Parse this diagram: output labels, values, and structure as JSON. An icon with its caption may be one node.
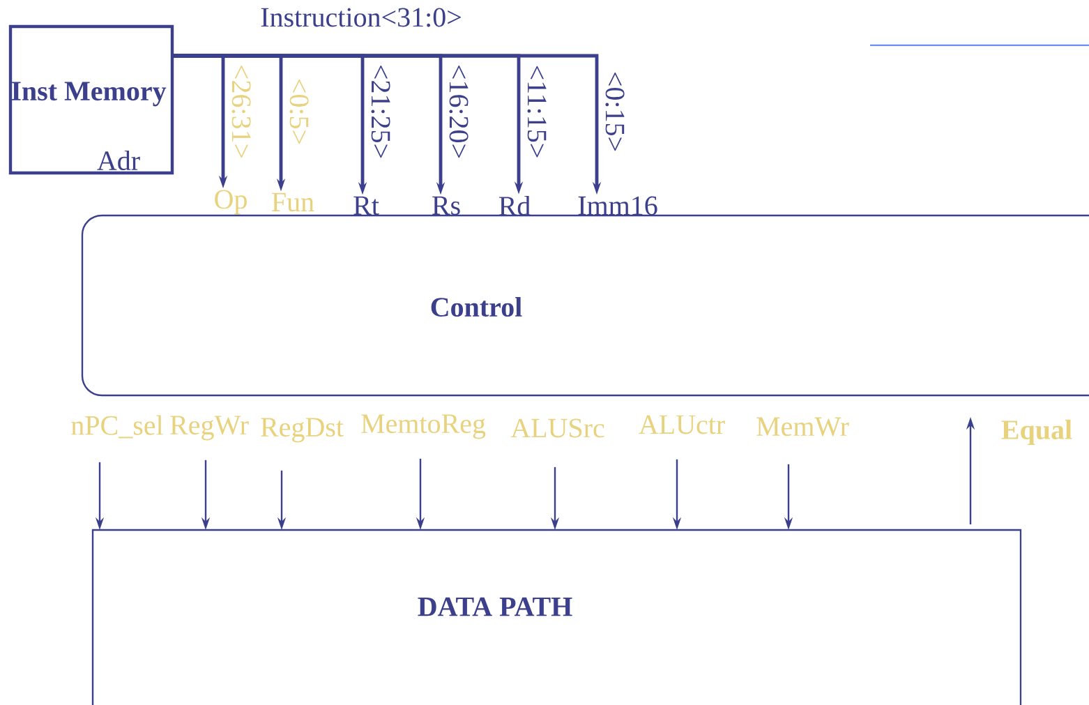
{
  "diagram": {
    "nodes": [
      {
        "text": [
          "Inst Memory",
          "Adr"
        ]
      },
      {
        "text": [
          "Op"
        ]
      },
      {
        "text": [
          "Fun"
        ]
      },
      {
        "text": [
          "Rt"
        ]
      },
      {
        "text": [
          "Rs"
        ]
      },
      {
        "text": [
          "Rd"
        ]
      },
      {
        "text": [
          "Imm16"
        ]
      },
      {
        "text": [
          "Control"
        ]
      },
      {
        "text": [
          "DATA PATH"
        ]
      },
      {
        "text": [
          "nPC_sel"
        ]
      },
      {
        "text": [
          "RegWr"
        ]
      },
      {
        "text": [
          "RegDst"
        ]
      },
      {
        "text": [
          "MemtoReg"
        ]
      },
      {
        "text": [
          "ALUSrc"
        ]
      },
      {
        "text": [
          "ALUctr"
        ]
      },
      {
        "text": [
          "MemWr"
        ]
      }
    ],
    "edges": [
      {
        "from": 0,
        "to": 1,
        "arrow": "to",
        "label": "<26:31>",
        "style": "thick"
      },
      {
        "from": 0,
        "to": 2,
        "arrow": "to",
        "label": "<0:5>",
        "style": "thick"
      },
      {
        "from": 0,
        "to": 3,
        "arrow": "to",
        "label": "<21:25>",
        "style": "thick"
      },
      {
        "from": 0,
        "to": 4,
        "arrow": "to",
        "label": "<16:20>",
        "style": "thick"
      },
      {
        "from": 0,
        "to": 5,
        "arrow": "to",
        "label": "<11:15>",
        "style": "thick"
      },
      {
        "from": 0,
        "to": 6,
        "arrow": "to",
        "label": "<0:15>",
        "style": "thick"
      },
      {
        "from": 9,
        "to": 8,
        "arrow": "to"
      },
      {
        "from": 10,
        "to": 8,
        "arrow": "to"
      },
      {
        "from": 11,
        "to": 8,
        "arrow": "to"
      },
      {
        "from": 12,
        "to": 8,
        "arrow": "to"
      },
      {
        "from": 13,
        "to": 8,
        "arrow": "to"
      },
      {
        "from": 14,
        "to": 8,
        "arrow": "to"
      },
      {
        "from": 15,
        "to": 8,
        "arrow": "to"
      },
      {
        "from": 8,
        "to": null,
        "arrow": "to",
        "label": "Equal"
      }
    ],
    "labels": [
      "Instruction<31:0>"
    ]
  }
}
